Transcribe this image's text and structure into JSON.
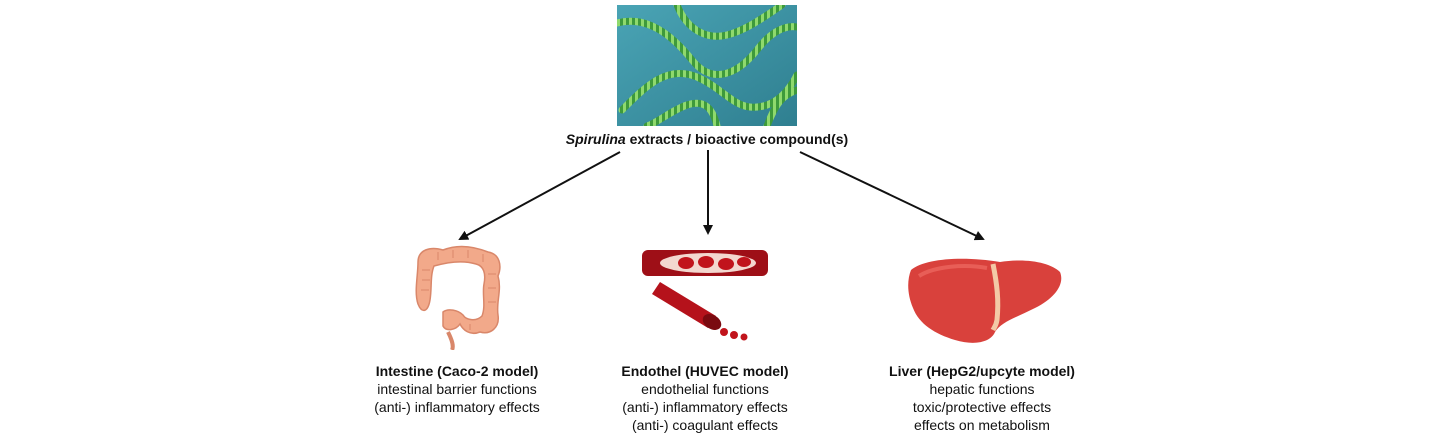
{
  "source": {
    "name_italic": "Spirulina",
    "name_rest": " extracts / bioactive compound(s)"
  },
  "targets": [
    {
      "title": "Intestine (Caco-2 model)",
      "lines": [
        "intestinal barrier functions",
        "(anti-) inflammatory effects"
      ]
    },
    {
      "title": "Endothel (HUVEC model)",
      "lines": [
        "endothelial functions",
        "(anti-) inflammatory effects",
        "(anti-) coagulant effects"
      ]
    },
    {
      "title": "Liver (HepG2/upcyte model)",
      "lines": [
        "hepatic functions",
        "toxic/protective effects",
        "effects on metabolism"
      ]
    }
  ],
  "colors": {
    "photo_bg": "#3f95a6",
    "spiral": "#6cc35a",
    "intestine": "#f2a98a",
    "blood": "#b5121b",
    "liver": "#d9413c"
  }
}
